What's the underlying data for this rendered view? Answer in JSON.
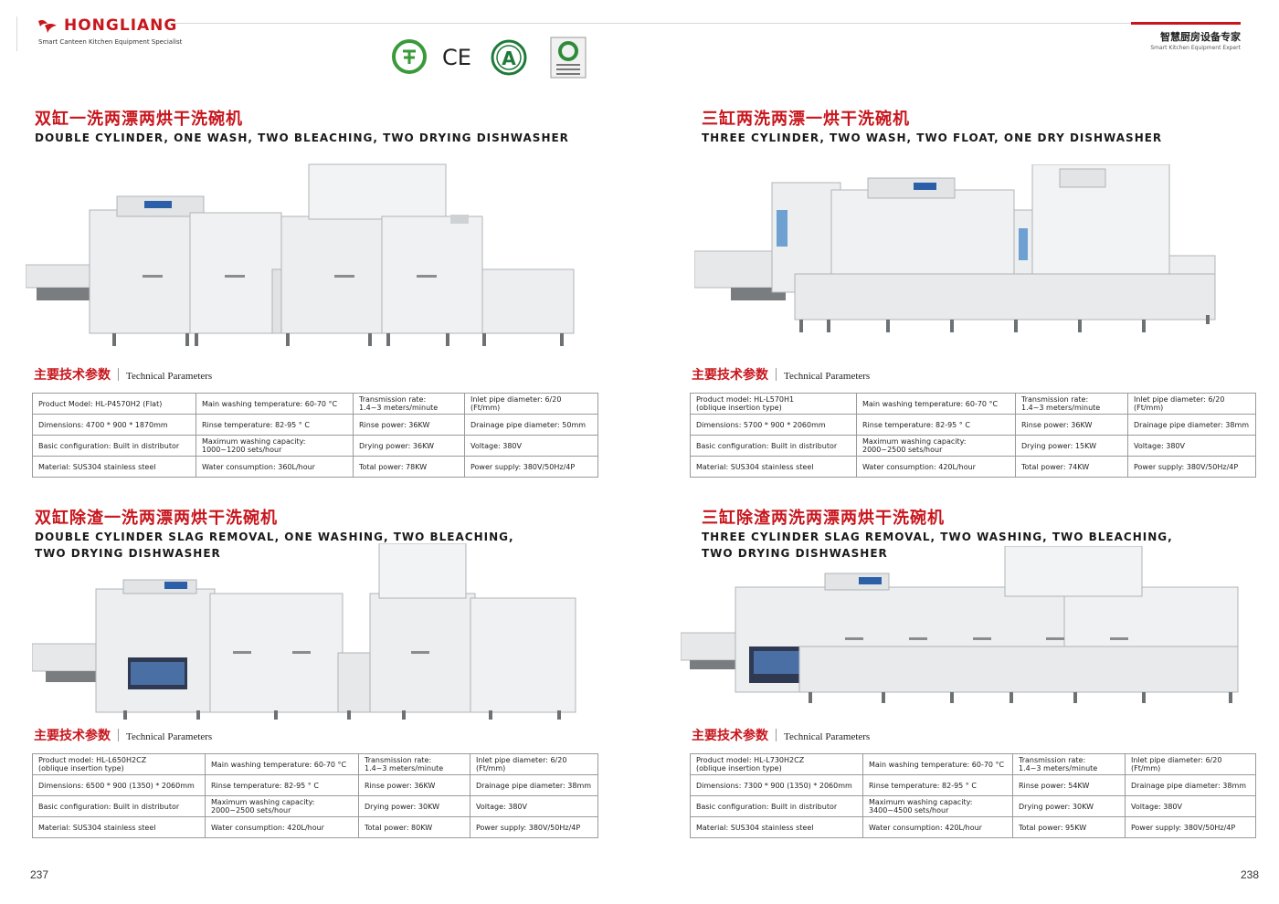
{
  "brand": {
    "name": "HONGLIANG",
    "tagline": "Smart Canteen Kitchen Equipment Specialist",
    "slogan_cn": "智慧厨房设备专家",
    "slogan_en": "Smart Kitchen Equipment Expert"
  },
  "certifications": [
    {
      "icon": "ccc-certification-icon"
    },
    {
      "icon": "ce-mark-icon",
      "label": "CE"
    },
    {
      "icon": "a-grade-certification-icon",
      "label": "A"
    },
    {
      "icon": "energy-certification-badge-icon"
    }
  ],
  "colors": {
    "accent": "#c8161d",
    "border": "#9a9a9a",
    "steel": "#e4e6e8"
  },
  "params_label": {
    "cn": "主要技术参数",
    "en": "Technical Parameters"
  },
  "sections": [
    {
      "title_cn": "双缸一洗两漂两烘干洗碗机",
      "title_en": [
        "DOUBLE CYLINDER, ONE WASH, TWO BLEACHING, TWO DRYING DISHWASHER"
      ],
      "rows": [
        [
          "Product Model: HL-P4570H2 (Flat)",
          "Main washing temperature: 60-70 °C",
          "Transmission rate:\n1.4~3 meters/minute",
          "Inlet pipe diameter: 6/20 (Ft/mm)"
        ],
        [
          "Dimensions: 4700 * 900 * 1870mm",
          "Rinse temperature: 82-95 ° C",
          "Rinse power: 36KW",
          "Drainage pipe diameter: 50mm"
        ],
        [
          "Basic configuration: Built in distributor",
          "Maximum washing capacity:\n1000~1200 sets/hour",
          "Drying power: 36KW",
          "Voltage: 380V"
        ],
        [
          "Material: SUS304 stainless steel",
          "Water consumption: 360L/hour",
          "Total power: 78KW",
          "Power supply: 380V/50Hz/4P"
        ]
      ]
    },
    {
      "title_cn": "三缸两洗两漂一烘干洗碗机",
      "title_en": [
        "THREE CYLINDER, TWO WASH, TWO FLOAT, ONE DRY DISHWASHER"
      ],
      "rows": [
        [
          "Product model: HL-L570H1\n(oblique insertion type)",
          "Main washing temperature: 60-70 °C",
          "Transmission rate:\n1.4~3 meters/minute",
          "Inlet pipe diameter: 6/20 (Ft/mm)"
        ],
        [
          "Dimensions: 5700 * 900 * 2060mm",
          "Rinse temperature: 82-95 ° C",
          "Rinse power: 36KW",
          "Drainage pipe diameter: 38mm"
        ],
        [
          "Basic configuration: Built in distributor",
          "Maximum washing capacity:\n2000~2500 sets/hour",
          "Drying power: 15KW",
          "Voltage: 380V"
        ],
        [
          "Material: SUS304 stainless steel",
          "Water consumption: 420L/hour",
          "Total power: 74KW",
          "Power supply: 380V/50Hz/4P"
        ]
      ]
    },
    {
      "title_cn": "双缸除渣一洗两漂两烘干洗碗机",
      "title_en": [
        "DOUBLE CYLINDER SLAG REMOVAL, ONE WASHING, TWO BLEACHING,",
        "TWO DRYING DISHWASHER"
      ],
      "rows": [
        [
          "Product model: HL-L650H2CZ\n(oblique insertion type)",
          "Main washing temperature: 60-70 °C",
          "Transmission rate:\n1.4~3 meters/minute",
          "Inlet pipe diameter: 6/20 (Ft/mm)"
        ],
        [
          "Dimensions: 6500 * 900 (1350) * 2060mm",
          "Rinse temperature: 82-95 ° C",
          "Rinse power: 36KW",
          "Drainage pipe diameter: 38mm"
        ],
        [
          "Basic configuration: Built in distributor",
          "Maximum washing capacity:\n2000~2500 sets/hour",
          "Drying power: 30KW",
          "Voltage: 380V"
        ],
        [
          "Material: SUS304 stainless steel",
          "Water consumption: 420L/hour",
          "Total power: 80KW",
          "Power supply: 380V/50Hz/4P"
        ]
      ]
    },
    {
      "title_cn": "三缸除渣两洗两漂两烘干洗碗机",
      "title_en": [
        "THREE CYLINDER SLAG REMOVAL, TWO WASHING, TWO BLEACHING,",
        "TWO DRYING DISHWASHER"
      ],
      "rows": [
        [
          "Product model: HL-L730H2CZ\n(oblique insertion type)",
          "Main washing temperature: 60-70 °C",
          "Transmission rate:\n1.4~3 meters/minute",
          "Inlet pipe diameter: 6/20 (Ft/mm)"
        ],
        [
          "Dimensions: 7300 * 900 (1350) * 2060mm",
          "Rinse temperature: 82-95 ° C",
          "Rinse power: 54KW",
          "Drainage pipe diameter: 38mm"
        ],
        [
          "Basic configuration: Built in distributor",
          "Maximum washing capacity:\n3400~4500 sets/hour",
          "Drying power: 30KW",
          "Voltage: 380V"
        ],
        [
          "Material: SUS304 stainless steel",
          "Water consumption: 420L/hour",
          "Total power: 95KW",
          "Power supply: 380V/50Hz/4P"
        ]
      ]
    }
  ],
  "pages": {
    "left": "237",
    "right": "238"
  }
}
